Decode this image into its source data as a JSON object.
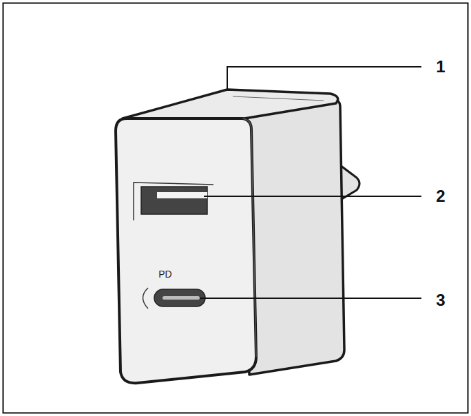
{
  "diagram": {
    "labels": [
      "1",
      "2",
      "3",
      "PD"
    ]
  }
}
